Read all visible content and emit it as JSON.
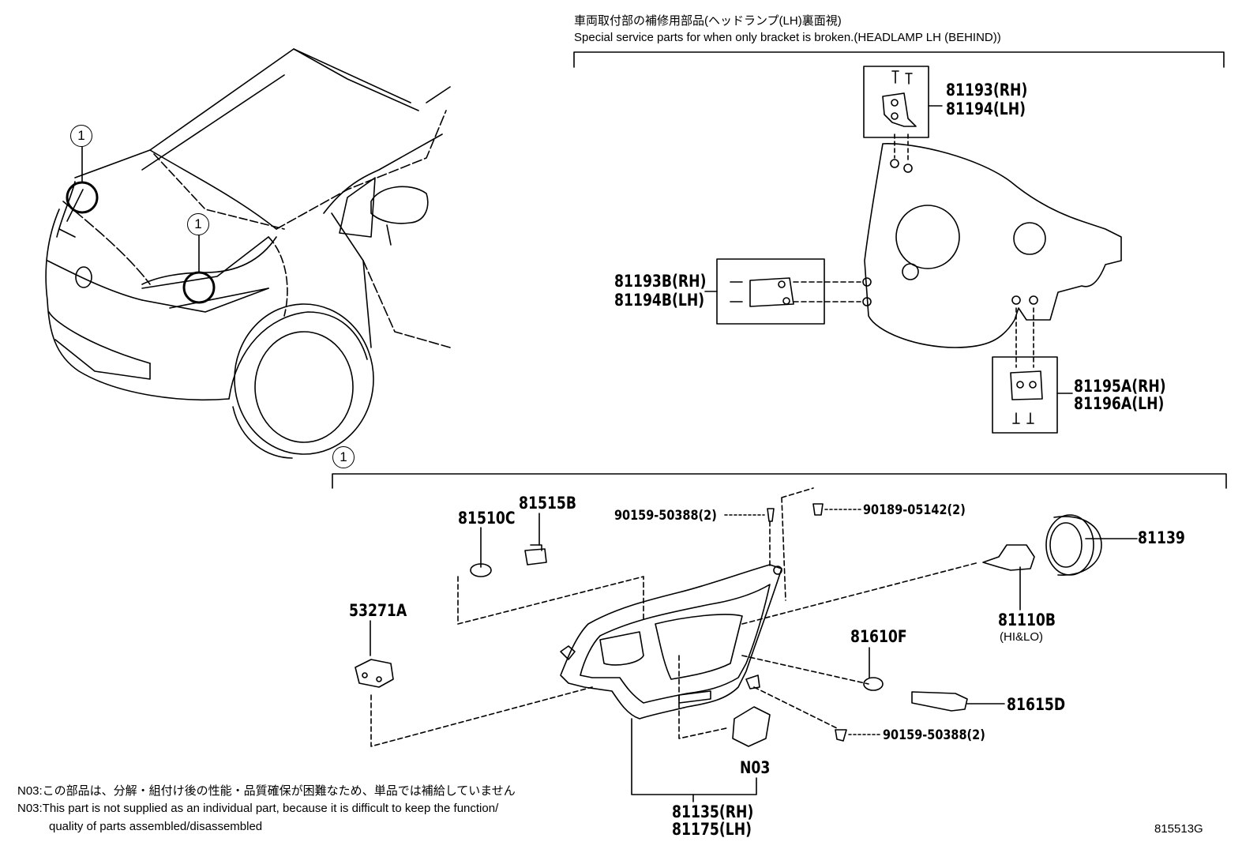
{
  "header": {
    "jp_title": "車両取付部の補修用部品(ヘッドランプ(LH)裏面視)",
    "en_title": "Special service parts for when only bracket is broken.(HEADLAMP LH (BEHIND))"
  },
  "callouts": {
    "ref1": "1",
    "ref1_b": "1",
    "ref1_section": "1"
  },
  "brackets": {
    "top_rh": "81193(RH)",
    "top_lh": "81194(LH)",
    "left_rh": "81193B(RH)",
    "left_lh": "81194B(LH)",
    "bottom_rh": "81195A(RH)",
    "bottom_lh": "81196A(LH)"
  },
  "parts": {
    "p81510c": "81510C",
    "p81515b": "81515B",
    "p53271a": "53271A",
    "screw_left": "90159-50388(2)",
    "clip_right": "90189-05142(2)",
    "p81139": "81139",
    "p81110b": "81110B",
    "p81110b_note": "(HI&LO)",
    "p81610f": "81610F",
    "p81615d": "81615D",
    "screw_bottom": "90159-50388(2)",
    "n03": "N03",
    "assy_rh": "81135(RH)",
    "assy_lh": "81175(LH)"
  },
  "notes": {
    "jp": "N03:この部品は、分解・組付け後の性能・品質確保が困難なため、単品では補給していません",
    "en_line1": "N03:This part is not supplied as an individual part, because it is difficult to keep the function/",
    "en_line2": "quality of parts assembled/disassembled"
  },
  "figure_code": "815513G"
}
